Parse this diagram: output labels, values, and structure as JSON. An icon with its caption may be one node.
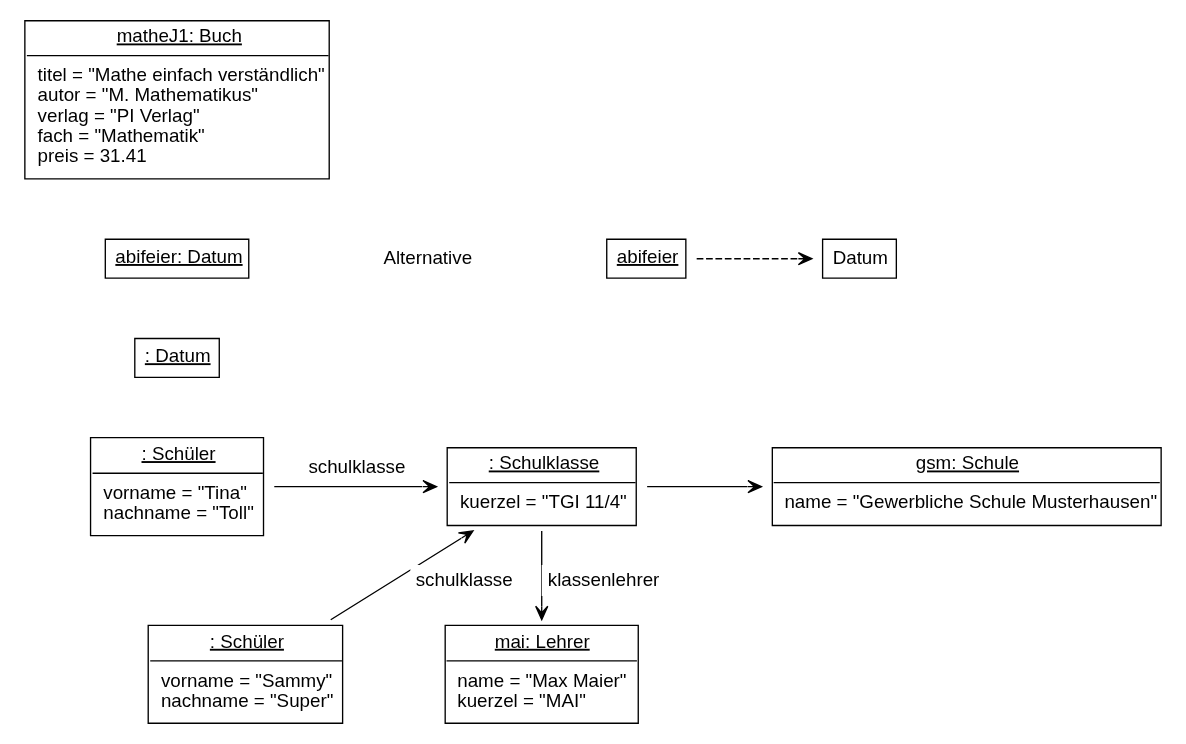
{
  "diagram": {
    "nodes": [
      {
        "text": [
          "matheJ1: Buch",
          "titel = \"Mathe einfach verständlich\"",
          "autor = \"M. Mathematikus\"",
          "verlag = \"PI Verlag\"",
          "fach = \"Mathematik\"",
          "preis = 31.41"
        ]
      },
      {
        "text": [
          "abifeier: Datum"
        ]
      },
      {
        "text": [
          "abifeier"
        ]
      },
      {
        "text": [
          "Datum"
        ]
      },
      {
        "text": [
          ": Datum"
        ]
      },
      {
        "text": [
          ": Schüler",
          "vorname = \"Tina\"",
          "nachname = \"Toll\""
        ]
      },
      {
        "text": [
          ": Schulklasse",
          "kuerzel = \"TGI 11/4\""
        ]
      },
      {
        "text": [
          "gsm: Schule",
          "name = \"Gewerbliche Schule Musterhausen\""
        ]
      },
      {
        "text": [
          ": Schüler",
          "vorname = \"Sammy\"",
          "nachname = \"Super\""
        ]
      },
      {
        "text": [
          "mai: Lehrer",
          "name = \"Max Maier\"",
          "kuerzel = \"MAI\""
        ]
      }
    ],
    "edges": [
      {
        "from": 2,
        "to": 3,
        "arrow": "to",
        "style": "dashed"
      },
      {
        "from": 5,
        "to": 6,
        "arrow": "to",
        "label": "schulklasse"
      },
      {
        "from": 8,
        "to": 6,
        "arrow": "to",
        "label": "schulklasse"
      },
      {
        "from": 6,
        "to": 7,
        "arrow": "to"
      },
      {
        "from": 6,
        "to": 9,
        "arrow": "to",
        "label": "klassenlehrer"
      }
    ],
    "labels": [
      "Alternative"
    ]
  }
}
